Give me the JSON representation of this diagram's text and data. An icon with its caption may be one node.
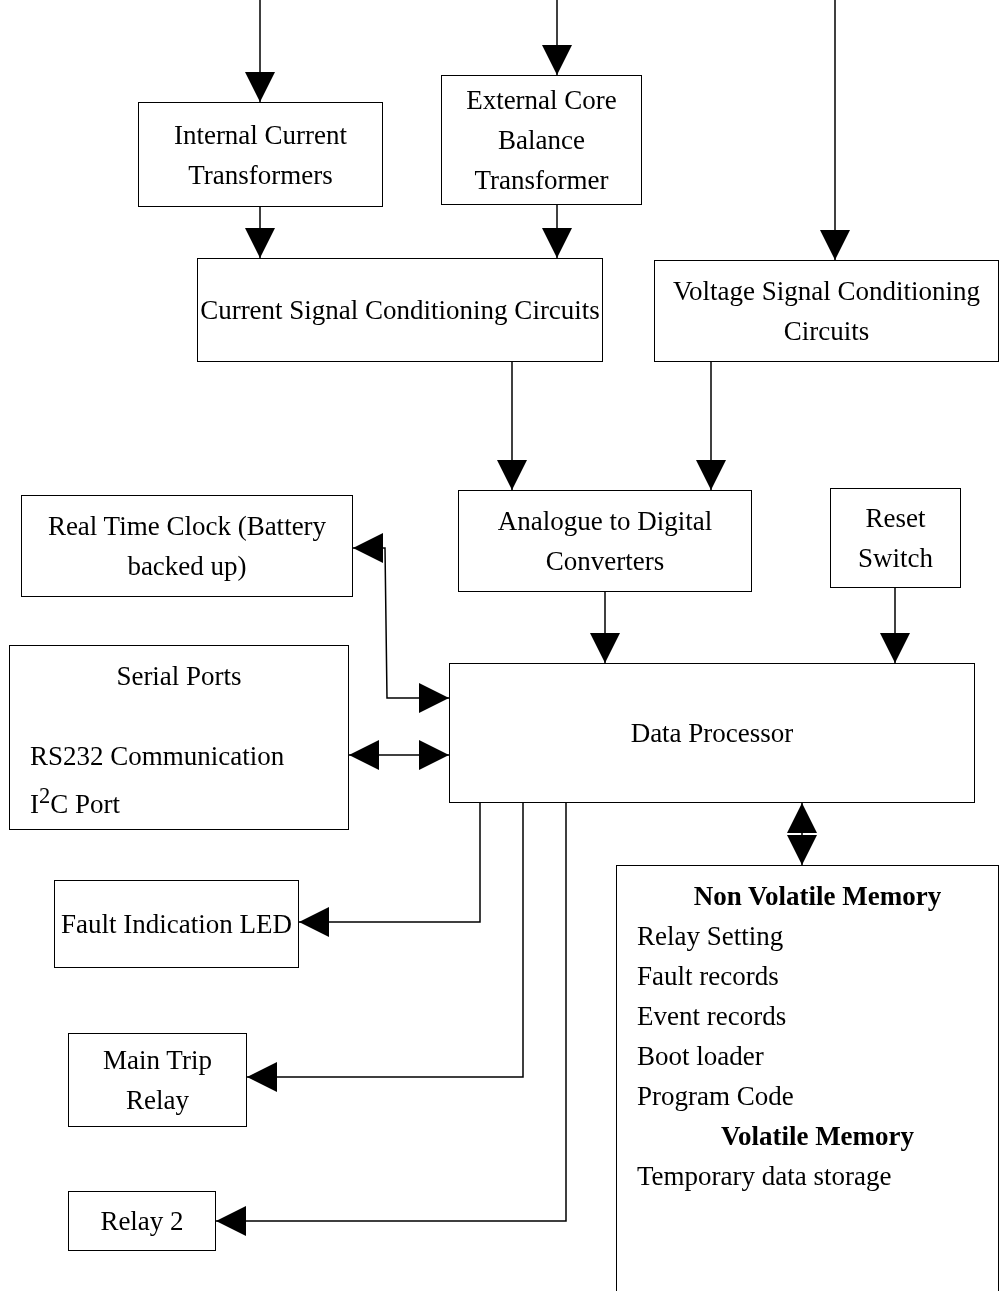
{
  "diagram": {
    "nodes": [
      {
        "text": [
          "Internal Current Transformers"
        ]
      },
      {
        "text": [
          "External Core Balance Transformer"
        ]
      },
      {
        "text": [
          "Current Signal Conditioning Circuits"
        ]
      },
      {
        "text": [
          "Voltage Signal Conditioning Circuits"
        ]
      },
      {
        "text": [
          "Analogue to Digital Converters"
        ]
      },
      {
        "text": [
          "Reset Switch"
        ]
      },
      {
        "text": [
          "Real Time Clock (Battery backed up)"
        ]
      },
      {
        "text": [
          "Serial Ports",
          "RS232 Communication",
          "I$^{2}$C Port"
        ]
      },
      {
        "text": [
          "Data Processor"
        ]
      },
      {
        "text": [
          "Fault Indication LED"
        ]
      },
      {
        "text": [
          "Main Trip Relay"
        ]
      },
      {
        "text": [
          "Relay 2"
        ]
      },
      {
        "text": [
          "Non Volatile Memory",
          "Relay Setting",
          "Fault records",
          "Event records",
          "Boot loader",
          "Program Code",
          "Volatile Memory",
          "Temporary data storage"
        ]
      }
    ],
    "edges": [
      {
        "from": null,
        "to": 0,
        "arrow": "to"
      },
      {
        "from": null,
        "to": 1,
        "arrow": "to"
      },
      {
        "from": null,
        "to": 3,
        "arrow": "to"
      },
      {
        "from": 0,
        "to": 2,
        "arrow": "to"
      },
      {
        "from": 1,
        "to": 2,
        "arrow": "to"
      },
      {
        "from": 2,
        "to": 4,
        "arrow": "to"
      },
      {
        "from": 3,
        "to": 4,
        "arrow": "to"
      },
      {
        "from": 4,
        "to": 8,
        "arrow": "to"
      },
      {
        "from": 5,
        "to": 8,
        "arrow": "to"
      },
      {
        "from": 8,
        "to": 6,
        "arrow": "both"
      },
      {
        "from": 7,
        "to": 8,
        "arrow": "both"
      },
      {
        "from": 8,
        "to": 12,
        "arrow": "both"
      },
      {
        "from": 8,
        "to": 9,
        "arrow": "to"
      },
      {
        "from": 8,
        "to": 10,
        "arrow": "to"
      },
      {
        "from": 8,
        "to": 11,
        "arrow": "to"
      }
    ]
  }
}
